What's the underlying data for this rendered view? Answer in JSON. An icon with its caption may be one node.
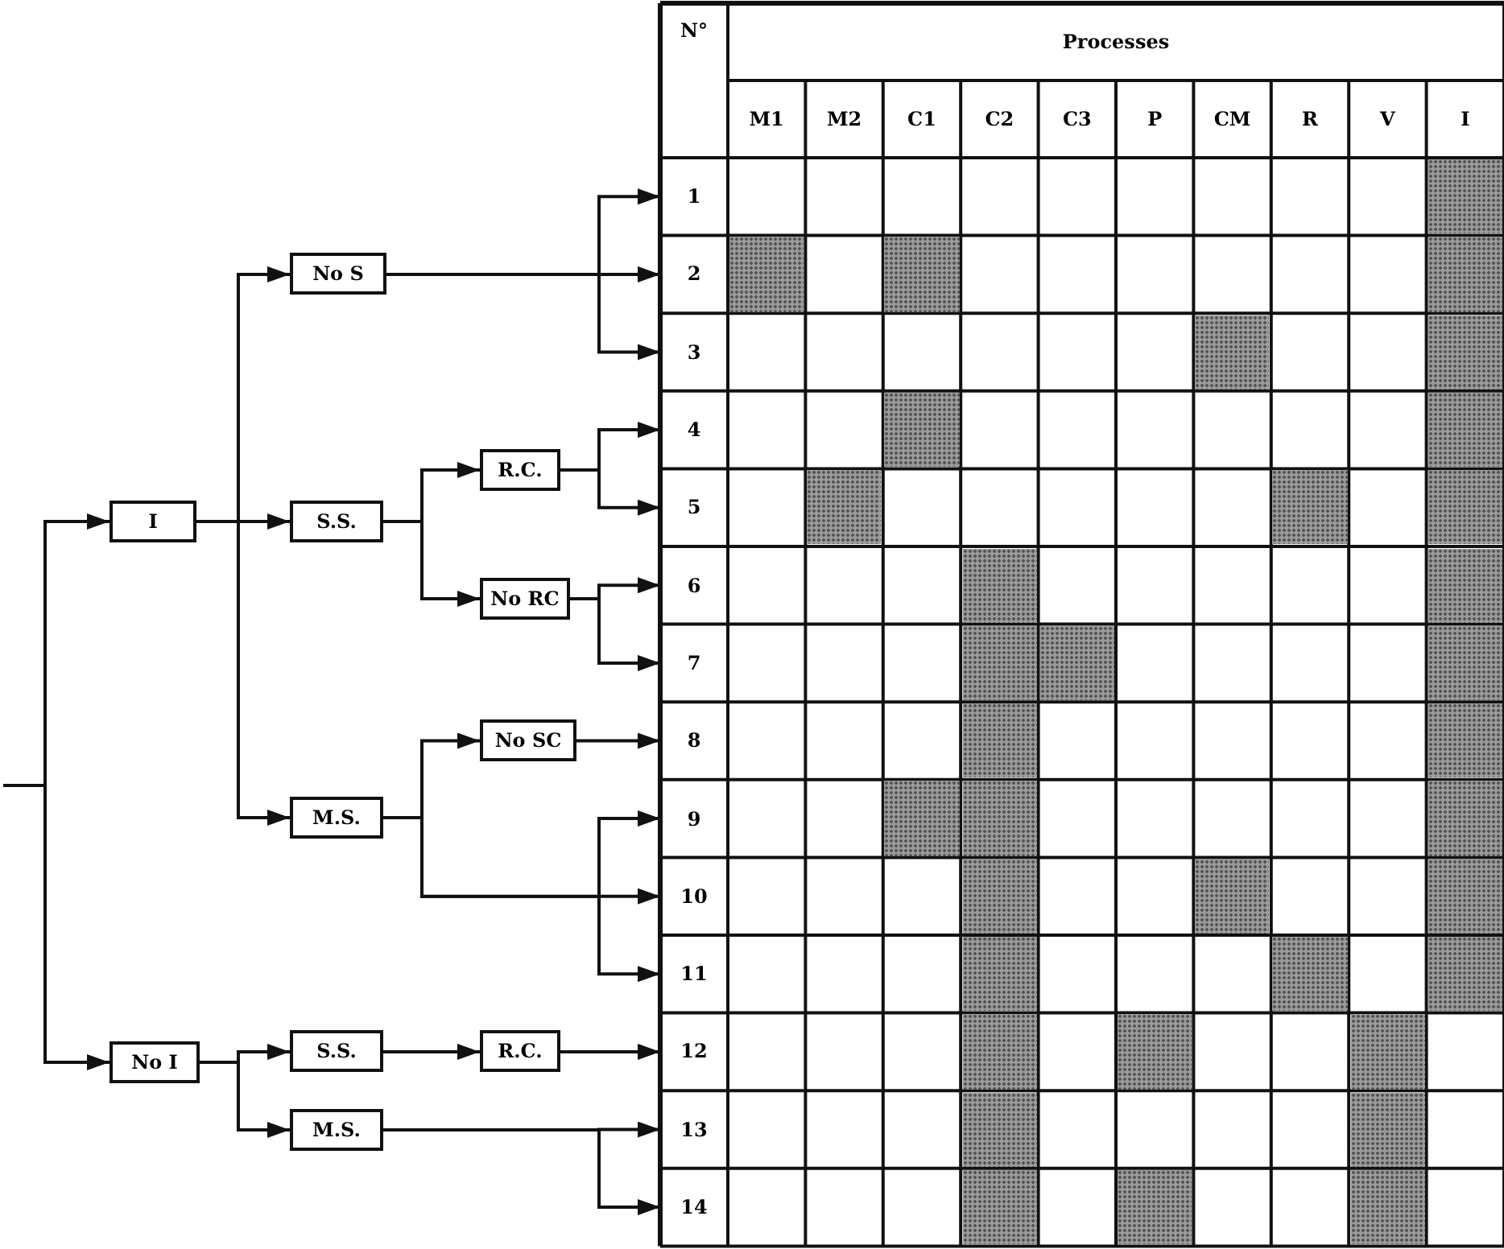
{
  "diagram": {
    "nodes": [
      {
        "text": [
          "I"
        ]
      },
      {
        "text": [
          "No I"
        ]
      },
      {
        "text": [
          "No S"
        ]
      },
      {
        "text": [
          "S.S."
        ]
      },
      {
        "text": [
          "M.S."
        ]
      },
      {
        "text": [
          "S.S."
        ]
      },
      {
        "text": [
          "M.S."
        ]
      },
      {
        "text": [
          "R.C."
        ]
      },
      {
        "text": [
          "No RC"
        ]
      },
      {
        "text": [
          "No SC"
        ]
      },
      {
        "text": [
          "R.C."
        ]
      },
      {
        "text": [
          "1"
        ]
      },
      {
        "text": [
          "2"
        ]
      },
      {
        "text": [
          "3"
        ]
      },
      {
        "text": [
          "4"
        ]
      },
      {
        "text": [
          "5"
        ]
      },
      {
        "text": [
          "6"
        ]
      },
      {
        "text": [
          "7"
        ]
      },
      {
        "text": [
          "8"
        ]
      },
      {
        "text": [
          "9"
        ]
      },
      {
        "text": [
          "10"
        ]
      },
      {
        "text": [
          "11"
        ]
      },
      {
        "text": [
          "12"
        ]
      },
      {
        "text": [
          "13"
        ]
      },
      {
        "text": [
          "14"
        ]
      },
      {
        "text": [],
        "shape": "box"
      },
      {
        "text": [],
        "shape": "box"
      },
      {
        "text": [],
        "shape": "box"
      },
      {
        "text": [],
        "shape": "box"
      },
      {
        "text": [],
        "shape": "box"
      },
      {
        "text": [],
        "shape": "box"
      },
      {
        "text": [],
        "shape": "box"
      },
      {
        "text": [],
        "shape": "box"
      },
      {
        "text": [],
        "shape": "box"
      },
      {
        "text": [],
        "shape": "box"
      },
      {
        "text": [],
        "shape": "box"
      },
      {
        "text": [],
        "shape": "box"
      },
      {
        "text": [],
        "shape": "box"
      },
      {
        "text": [],
        "shape": "box"
      },
      {
        "text": [],
        "shape": "box"
      },
      {
        "text": [],
        "shape": "box"
      },
      {
        "text": [],
        "shape": "box"
      },
      {
        "text": [],
        "shape": "box"
      },
      {
        "text": [],
        "shape": "box"
      },
      {
        "text": [],
        "shape": "box"
      },
      {
        "text": [],
        "shape": "box"
      },
      {
        "text": [],
        "shape": "box"
      },
      {
        "text": [],
        "shape": "box"
      },
      {
        "text": [],
        "shape": "box"
      },
      {
        "text": [],
        "shape": "box"
      },
      {
        "text": [],
        "shape": "box"
      },
      {
        "text": [],
        "shape": "box"
      },
      {
        "text": [],
        "shape": "box"
      },
      {
        "text": [],
        "shape": "box"
      },
      {
        "text": [],
        "shape": "box"
      },
      {
        "text": [],
        "shape": "box"
      },
      {
        "text": [],
        "shape": "box"
      },
      {
        "text": [],
        "shape": "box"
      },
      {
        "text": [],
        "shape": "box"
      },
      {
        "text": [],
        "shape": "box"
      }
    ],
    "edges": [
      {
        "from": null,
        "to": 0,
        "arrow": "to"
      },
      {
        "from": null,
        "to": 1,
        "arrow": "to"
      },
      {
        "from": 0,
        "to": 2,
        "arrow": "to"
      },
      {
        "from": 0,
        "to": 3,
        "arrow": "to"
      },
      {
        "from": 0,
        "to": 4,
        "arrow": "to"
      },
      {
        "from": 2,
        "to": 11,
        "arrow": "to"
      },
      {
        "from": 2,
        "to": 12,
        "arrow": "to"
      },
      {
        "from": 2,
        "to": 13,
        "arrow": "to"
      },
      {
        "from": 3,
        "to": 7,
        "arrow": "to"
      },
      {
        "from": 3,
        "to": 8,
        "arrow": "to"
      },
      {
        "from": 7,
        "to": 14,
        "arrow": "to"
      },
      {
        "from": 7,
        "to": 15,
        "arrow": "to"
      },
      {
        "from": 8,
        "to": 16,
        "arrow": "to"
      },
      {
        "from": 8,
        "to": 17,
        "arrow": "to"
      },
      {
        "from": 4,
        "to": 9,
        "arrow": "to"
      },
      {
        "from": 4,
        "to": 19,
        "arrow": "to"
      },
      {
        "from": 4,
        "to": 20,
        "arrow": "to"
      },
      {
        "from": 4,
        "to": 21,
        "arrow": "to"
      },
      {
        "from": 9,
        "to": 18,
        "arrow": "to"
      },
      {
        "from": 1,
        "to": 5,
        "arrow": "to"
      },
      {
        "from": 1,
        "to": 6,
        "arrow": "to"
      },
      {
        "from": 5,
        "to": 10,
        "arrow": "to"
      },
      {
        "from": 10,
        "to": 22,
        "arrow": "to"
      },
      {
        "from": 6,
        "to": 23,
        "arrow": "to"
      },
      {
        "from": 6,
        "to": 24,
        "arrow": "to"
      }
    ],
    "labels": [
      "N°",
      "Processes",
      "M1",
      "M2",
      "C1",
      "C2",
      "C3",
      "P",
      "CM",
      "R",
      "V",
      "I"
    ]
  }
}
